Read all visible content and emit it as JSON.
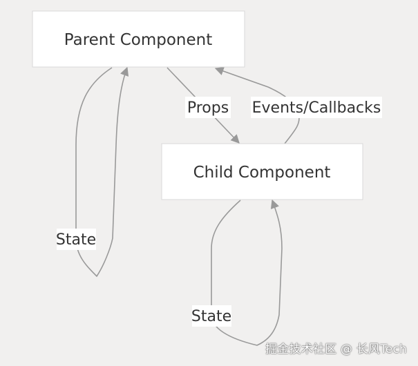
{
  "nodes": {
    "parent": "Parent Component",
    "child": "Child Component"
  },
  "edges": {
    "props": "Props",
    "events": "Events/Callbacks",
    "parent_state": "State",
    "child_state": "State"
  },
  "watermark": "掘金技术社区 @ 长风Tech",
  "colors": {
    "background": "#f1f0ef",
    "node_fill": "#ffffff",
    "node_border": "#d9d9d9",
    "edge": "#999999",
    "text": "#333333"
  }
}
